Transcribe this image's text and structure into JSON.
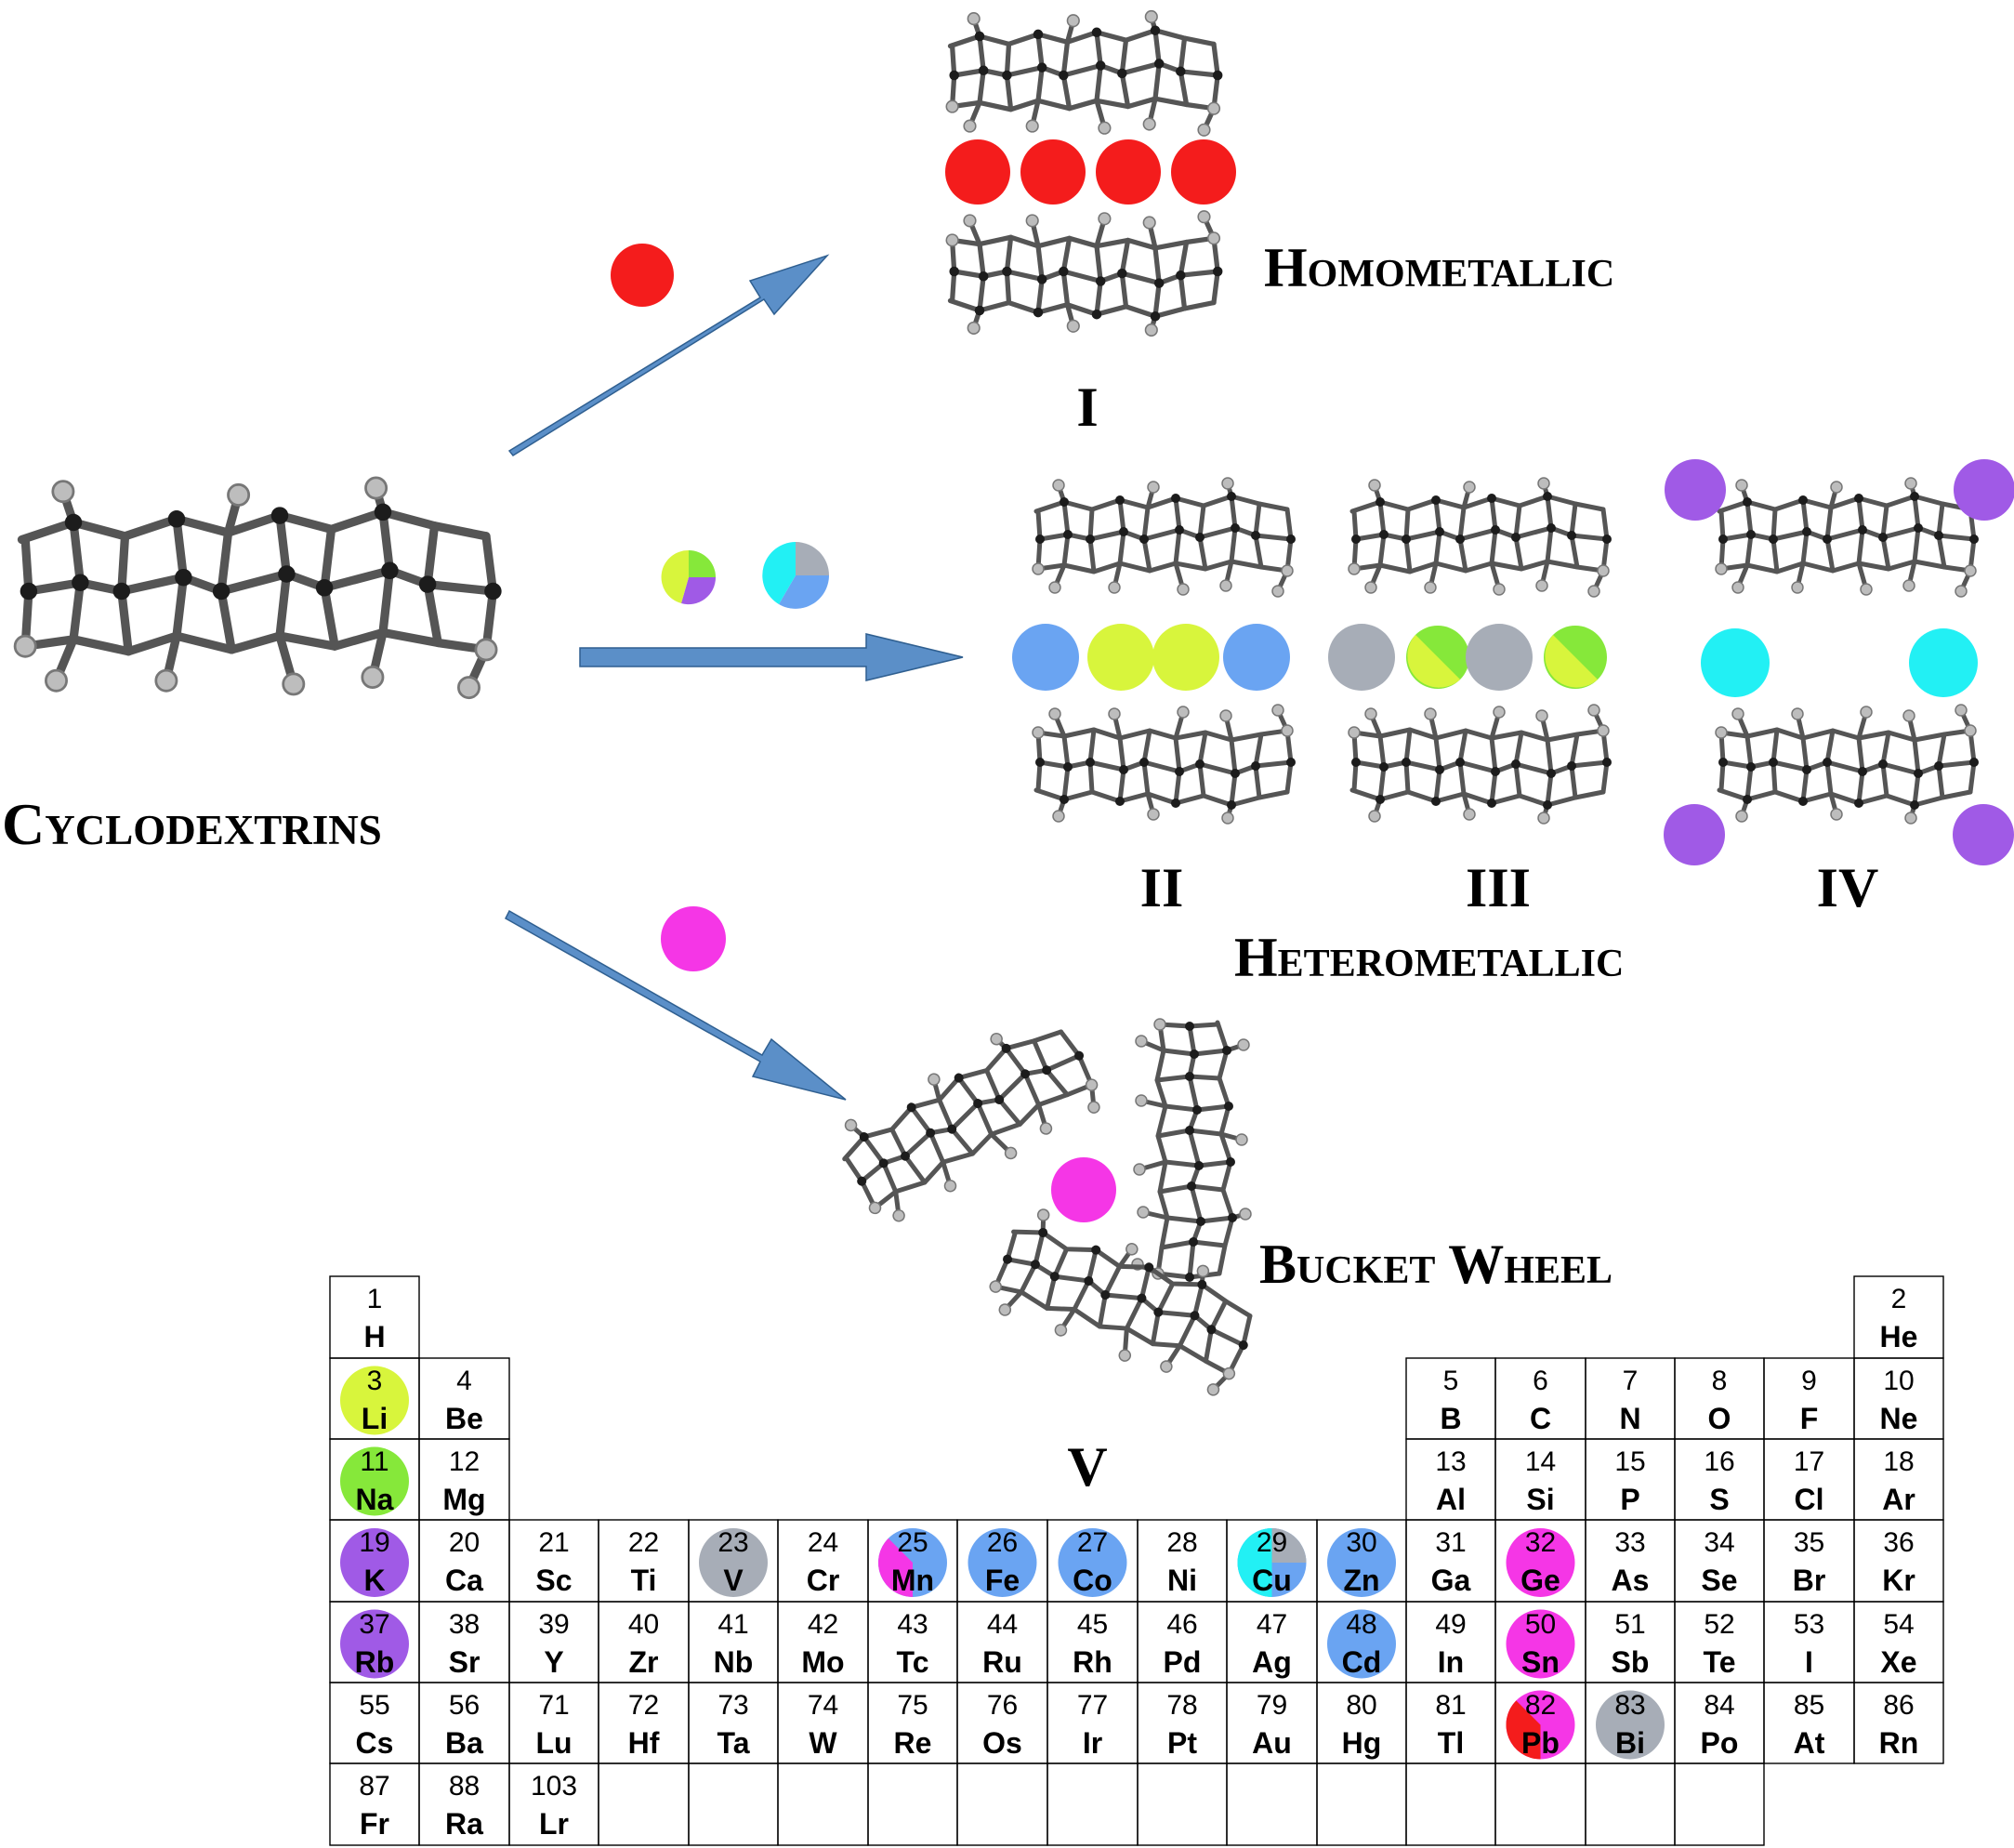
{
  "labels": {
    "cyclodextrins": "Cyclodextrins",
    "homometallic": "Homometallic",
    "heterometallic": "Heterometallic",
    "bucket_wheel": "Bucket Wheel"
  },
  "structures": {
    "I": "I",
    "II": "II",
    "III": "III",
    "IV": "IV",
    "V": "V"
  },
  "colors": {
    "red": "#f41c1c",
    "yellow": "#d8f53c",
    "green": "#86e83a",
    "blue": "#6aa4f2",
    "gray": "#a7adb7",
    "cyan": "#22f0f4",
    "purple": "#a05ae6",
    "magenta": "#f536e6",
    "arrow": "#5b8fc8"
  },
  "periodic_table": {
    "elements": [
      {
        "n": "1",
        "s": "H"
      },
      {
        "n": "2",
        "s": "He"
      },
      {
        "n": "3",
        "s": "Li"
      },
      {
        "n": "4",
        "s": "Be"
      },
      {
        "n": "5",
        "s": "B"
      },
      {
        "n": "6",
        "s": "C"
      },
      {
        "n": "7",
        "s": "N"
      },
      {
        "n": "8",
        "s": "O"
      },
      {
        "n": "9",
        "s": "F"
      },
      {
        "n": "10",
        "s": "Ne"
      },
      {
        "n": "11",
        "s": "Na"
      },
      {
        "n": "12",
        "s": "Mg"
      },
      {
        "n": "13",
        "s": "Al"
      },
      {
        "n": "14",
        "s": "Si"
      },
      {
        "n": "15",
        "s": "P"
      },
      {
        "n": "16",
        "s": "S"
      },
      {
        "n": "17",
        "s": "Cl"
      },
      {
        "n": "18",
        "s": "Ar"
      },
      {
        "n": "19",
        "s": "K"
      },
      {
        "n": "20",
        "s": "Ca"
      },
      {
        "n": "21",
        "s": "Sc"
      },
      {
        "n": "22",
        "s": "Ti"
      },
      {
        "n": "23",
        "s": "V"
      },
      {
        "n": "24",
        "s": "Cr"
      },
      {
        "n": "25",
        "s": "Mn"
      },
      {
        "n": "26",
        "s": "Fe"
      },
      {
        "n": "27",
        "s": "Co"
      },
      {
        "n": "28",
        "s": "Ni"
      },
      {
        "n": "29",
        "s": "Cu"
      },
      {
        "n": "30",
        "s": "Zn"
      },
      {
        "n": "31",
        "s": "Ga"
      },
      {
        "n": "32",
        "s": "Ge"
      },
      {
        "n": "33",
        "s": "As"
      },
      {
        "n": "34",
        "s": "Se"
      },
      {
        "n": "35",
        "s": "Br"
      },
      {
        "n": "36",
        "s": "Kr"
      },
      {
        "n": "37",
        "s": "Rb"
      },
      {
        "n": "38",
        "s": "Sr"
      },
      {
        "n": "39",
        "s": "Y"
      },
      {
        "n": "40",
        "s": "Zr"
      },
      {
        "n": "41",
        "s": "Nb"
      },
      {
        "n": "42",
        "s": "Mo"
      },
      {
        "n": "43",
        "s": "Tc"
      },
      {
        "n": "44",
        "s": "Ru"
      },
      {
        "n": "45",
        "s": "Rh"
      },
      {
        "n": "46",
        "s": "Pd"
      },
      {
        "n": "47",
        "s": "Ag"
      },
      {
        "n": "48",
        "s": "Cd"
      },
      {
        "n": "49",
        "s": "In"
      },
      {
        "n": "50",
        "s": "Sn"
      },
      {
        "n": "51",
        "s": "Sb"
      },
      {
        "n": "52",
        "s": "Te"
      },
      {
        "n": "53",
        "s": "I"
      },
      {
        "n": "54",
        "s": "Xe"
      },
      {
        "n": "55",
        "s": "Cs"
      },
      {
        "n": "56",
        "s": "Ba"
      },
      {
        "n": "71",
        "s": "Lu"
      },
      {
        "n": "72",
        "s": "Hf"
      },
      {
        "n": "73",
        "s": "Ta"
      },
      {
        "n": "74",
        "s": "W"
      },
      {
        "n": "75",
        "s": "Re"
      },
      {
        "n": "76",
        "s": "Os"
      },
      {
        "n": "77",
        "s": "Ir"
      },
      {
        "n": "78",
        "s": "Pt"
      },
      {
        "n": "79",
        "s": "Au"
      },
      {
        "n": "80",
        "s": "Hg"
      },
      {
        "n": "81",
        "s": "Tl"
      },
      {
        "n": "82",
        "s": "Pb"
      },
      {
        "n": "83",
        "s": "Bi"
      },
      {
        "n": "84",
        "s": "Po"
      },
      {
        "n": "85",
        "s": "At"
      },
      {
        "n": "86",
        "s": "Rn"
      },
      {
        "n": "87",
        "s": "Fr"
      },
      {
        "n": "88",
        "s": "Ra"
      },
      {
        "n": "103",
        "s": "Lr"
      }
    ],
    "highlighted": {
      "3": "yellow",
      "11": "green",
      "19": "purple",
      "37": "purple",
      "23": "gray",
      "25": "magenta+blue",
      "26": "blue",
      "27": "blue",
      "29": "cyan+gray+blue",
      "30": "blue",
      "32": "magenta",
      "48": "blue",
      "50": "magenta",
      "82": "red+magenta",
      "83": "gray"
    }
  }
}
